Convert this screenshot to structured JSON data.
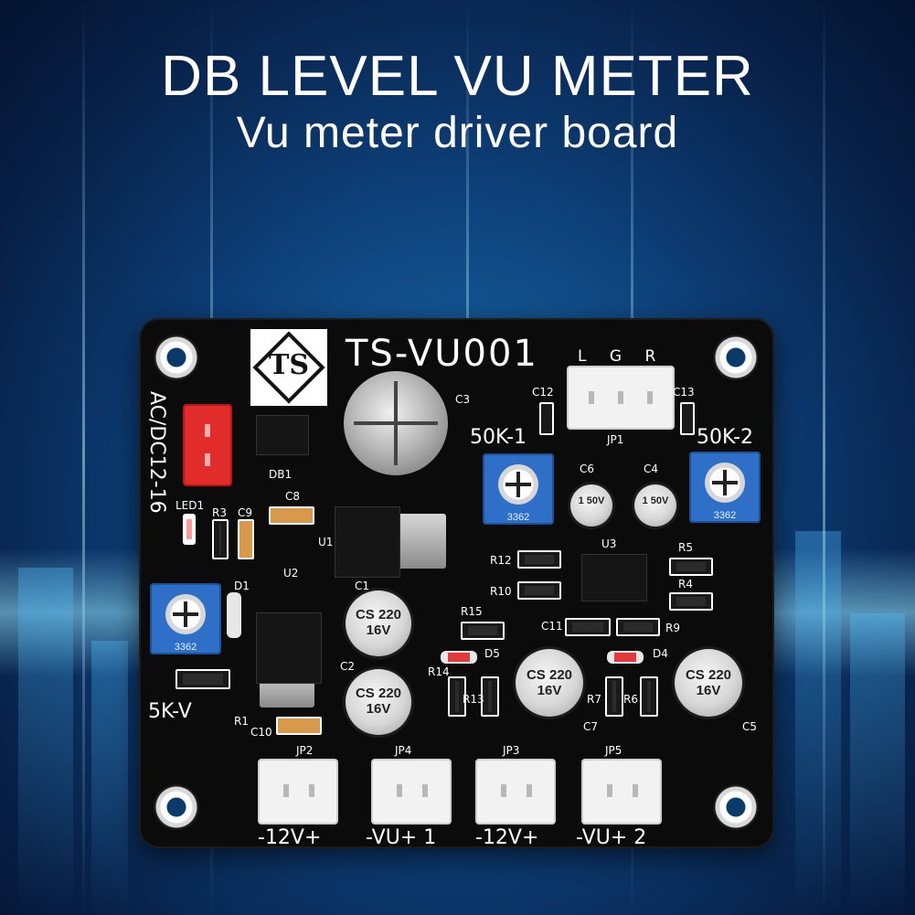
{
  "title": "DB LEVEL VU METER",
  "subtitle": "Vu meter driver board",
  "board": {
    "name": "TS-VU001",
    "logo_text": "TS",
    "power_label": "AC/DC12-16",
    "lgr_label": "L G R",
    "pot_left": "50K-1",
    "pot_right": "50K-2",
    "pot_main": "5K-V",
    "pot_code": "3362",
    "connectors": [
      {
        "id": "JP2",
        "label": "-12V+"
      },
      {
        "id": "JP4",
        "label": "-VU+ 1"
      },
      {
        "id": "JP3",
        "label": "-12V+"
      },
      {
        "id": "JP5",
        "label": "-VU+ 2"
      }
    ],
    "jp1": "JP1",
    "caps": {
      "c1": "CS 220 16V",
      "c2": "CS 220 16V",
      "c7": "CS 220 16V",
      "c5": "CS 220 16V",
      "c6": "1 50V",
      "c4": "1 50V"
    },
    "component_labels": [
      "C3",
      "C12",
      "C13",
      "C6",
      "C4",
      "U3",
      "R12",
      "R5",
      "R10",
      "R4",
      "R15",
      "C11",
      "R9",
      "D5",
      "D4",
      "R14",
      "R13",
      "R7",
      "R6",
      "C7",
      "C5",
      "C1",
      "C2",
      "C10",
      "R1",
      "D1",
      "U2",
      "U1",
      "LED1",
      "R3",
      "C9",
      "C8",
      "DB1"
    ]
  }
}
